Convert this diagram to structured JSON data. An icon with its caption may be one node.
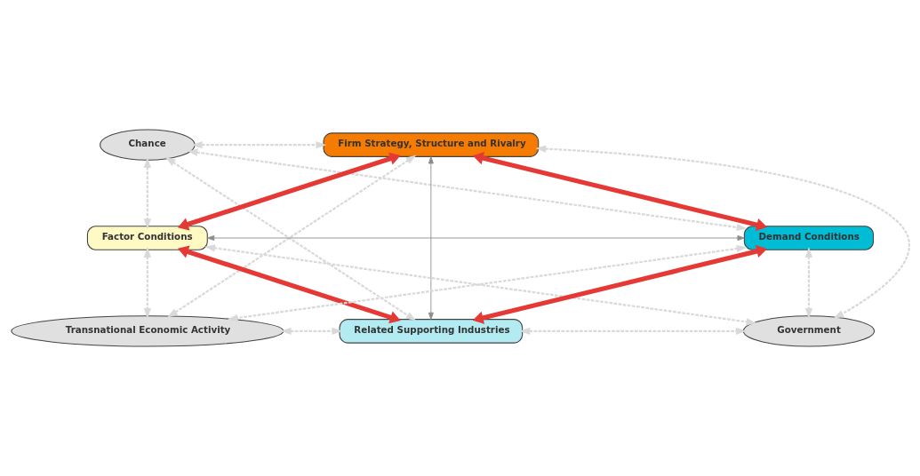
{
  "diagram": {
    "nodes": [
      {
        "text": [
          "Chance"
        ]
      },
      {
        "text": [
          "Firm Strategy, Structure and Rivalry"
        ]
      },
      {
        "text": [
          "Factor Conditions"
        ]
      },
      {
        "text": [
          "Demand Conditions"
        ]
      },
      {
        "text": [
          "Transnational Economic Activity"
        ]
      },
      {
        "text": [
          "Related Supporting Industries"
        ]
      },
      {
        "text": [
          "Government"
        ]
      }
    ],
    "edges": [
      {
        "from": 1,
        "to": 2,
        "arrow": "both",
        "style": "thick",
        "color": "#e53935"
      },
      {
        "from": 1,
        "to": 3,
        "arrow": "both",
        "style": "thick",
        "color": "#e53935"
      },
      {
        "from": 2,
        "to": 5,
        "arrow": "both",
        "style": "thick",
        "color": "#e53935"
      },
      {
        "from": 3,
        "to": 5,
        "arrow": "both",
        "style": "thick",
        "color": "#e53935"
      },
      {
        "from": 1,
        "to": 5,
        "arrow": "both",
        "color": "#8c8c8c"
      },
      {
        "from": 2,
        "to": 3,
        "arrow": "both",
        "color": "#8c8c8c"
      },
      {
        "from": 0,
        "to": 1,
        "arrow": "both",
        "style": "dashed"
      },
      {
        "from": 0,
        "to": 3,
        "arrow": "both",
        "style": "dashed"
      },
      {
        "from": 0,
        "to": 2,
        "arrow": "both",
        "style": "dashed"
      },
      {
        "from": 0,
        "to": 5,
        "arrow": "both",
        "style": "dashed"
      },
      {
        "from": 1,
        "to": 4,
        "arrow": "both",
        "style": "dashed"
      },
      {
        "from": 1,
        "to": 6,
        "arrow": "both",
        "style": "dashed"
      },
      {
        "from": 2,
        "to": 4,
        "arrow": "both",
        "style": "dashed"
      },
      {
        "from": 2,
        "to": 6,
        "arrow": "both",
        "style": "dashed"
      },
      {
        "from": 3,
        "to": 4,
        "arrow": "both",
        "style": "dashed"
      },
      {
        "from": 3,
        "to": 6,
        "arrow": "both",
        "style": "dashed"
      },
      {
        "from": 4,
        "to": 5,
        "arrow": "both",
        "style": "dashed"
      },
      {
        "from": 5,
        "to": 6,
        "arrow": "both",
        "style": "dashed"
      }
    ]
  }
}
